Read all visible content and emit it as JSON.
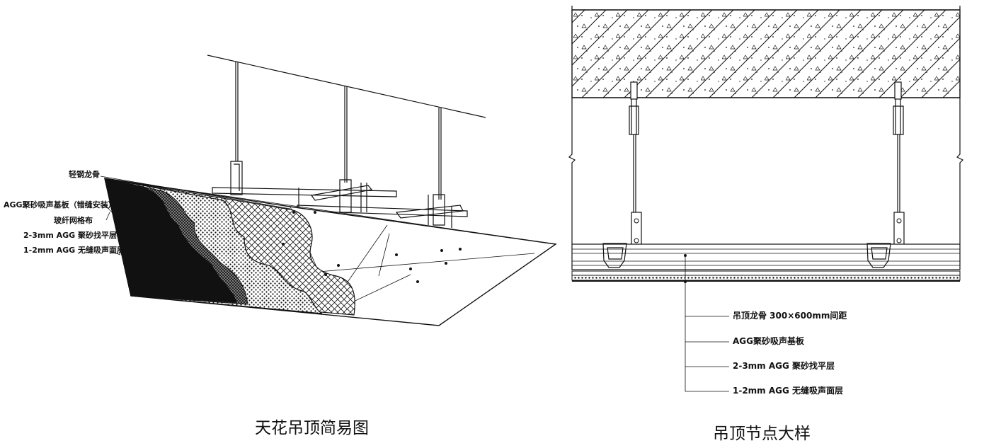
{
  "left_figure": {
    "caption": "天花吊顶简易图",
    "labels": [
      "轻钢龙骨",
      "AGG聚砂吸声基板（错缝安装）",
      "玻纤网格布",
      "2-3mm AGG 聚砂找平层",
      "1-2mm AGG 无缝吸声面层"
    ]
  },
  "right_figure": {
    "caption": "吊顶节点大样",
    "labels": [
      "吊顶龙骨 300×600mm间距",
      "AGG聚砂吸声基板",
      "2-3mm AGG 聚砂找平层",
      "1-2mm AGG 无缝吸声面层"
    ]
  }
}
